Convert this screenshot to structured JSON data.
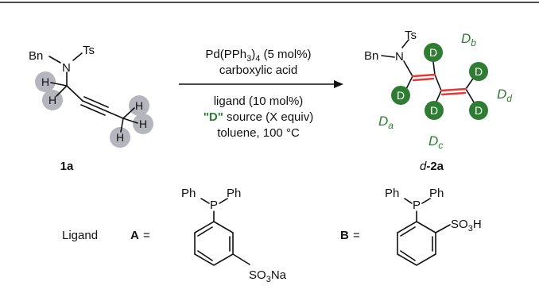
{
  "reactant": {
    "bn": "Bn",
    "n": "N",
    "ts": "Ts",
    "h": "H",
    "label": "1a"
  },
  "conditions": {
    "catalyst_prefix": "Pd(PPh",
    "catalyst_sub": "3",
    "catalyst_suffix": ")",
    "catalyst_sub2": "4",
    "catalyst_loading": " (5 mol%)",
    "acid": "carboxylic acid",
    "ligand": "ligand (10 mol%)",
    "d_source_name": "\"D\"",
    "d_source_rest": " source (X equiv)",
    "solvent_temp": "toluene, 100 °C"
  },
  "product": {
    "bn": "Bn",
    "n": "N",
    "ts": "Ts",
    "d": "D",
    "label_italic": "d",
    "label_rest": "-2a",
    "pos_a": "D",
    "pos_a_sub": "a",
    "pos_b": "D",
    "pos_b_sub": "b",
    "pos_c": "D",
    "pos_c_sub": "c",
    "pos_d": "D",
    "pos_d_sub": "d"
  },
  "ligands": {
    "caption": "Ligand",
    "a_label": "A",
    "b_label": "B",
    "equals": "=",
    "ph": "Ph",
    "p": "P",
    "so3na_prefix": "SO",
    "so3na_sub": "3",
    "so3na_suffix": "Na",
    "so3h_prefix": "SO",
    "so3h_sub": "3",
    "so3h_suffix": "H"
  },
  "colors": {
    "highlight_gray": "#b5b5bd",
    "deuterium_green": "#2e7d32",
    "new_bond_red": "#e53935"
  }
}
